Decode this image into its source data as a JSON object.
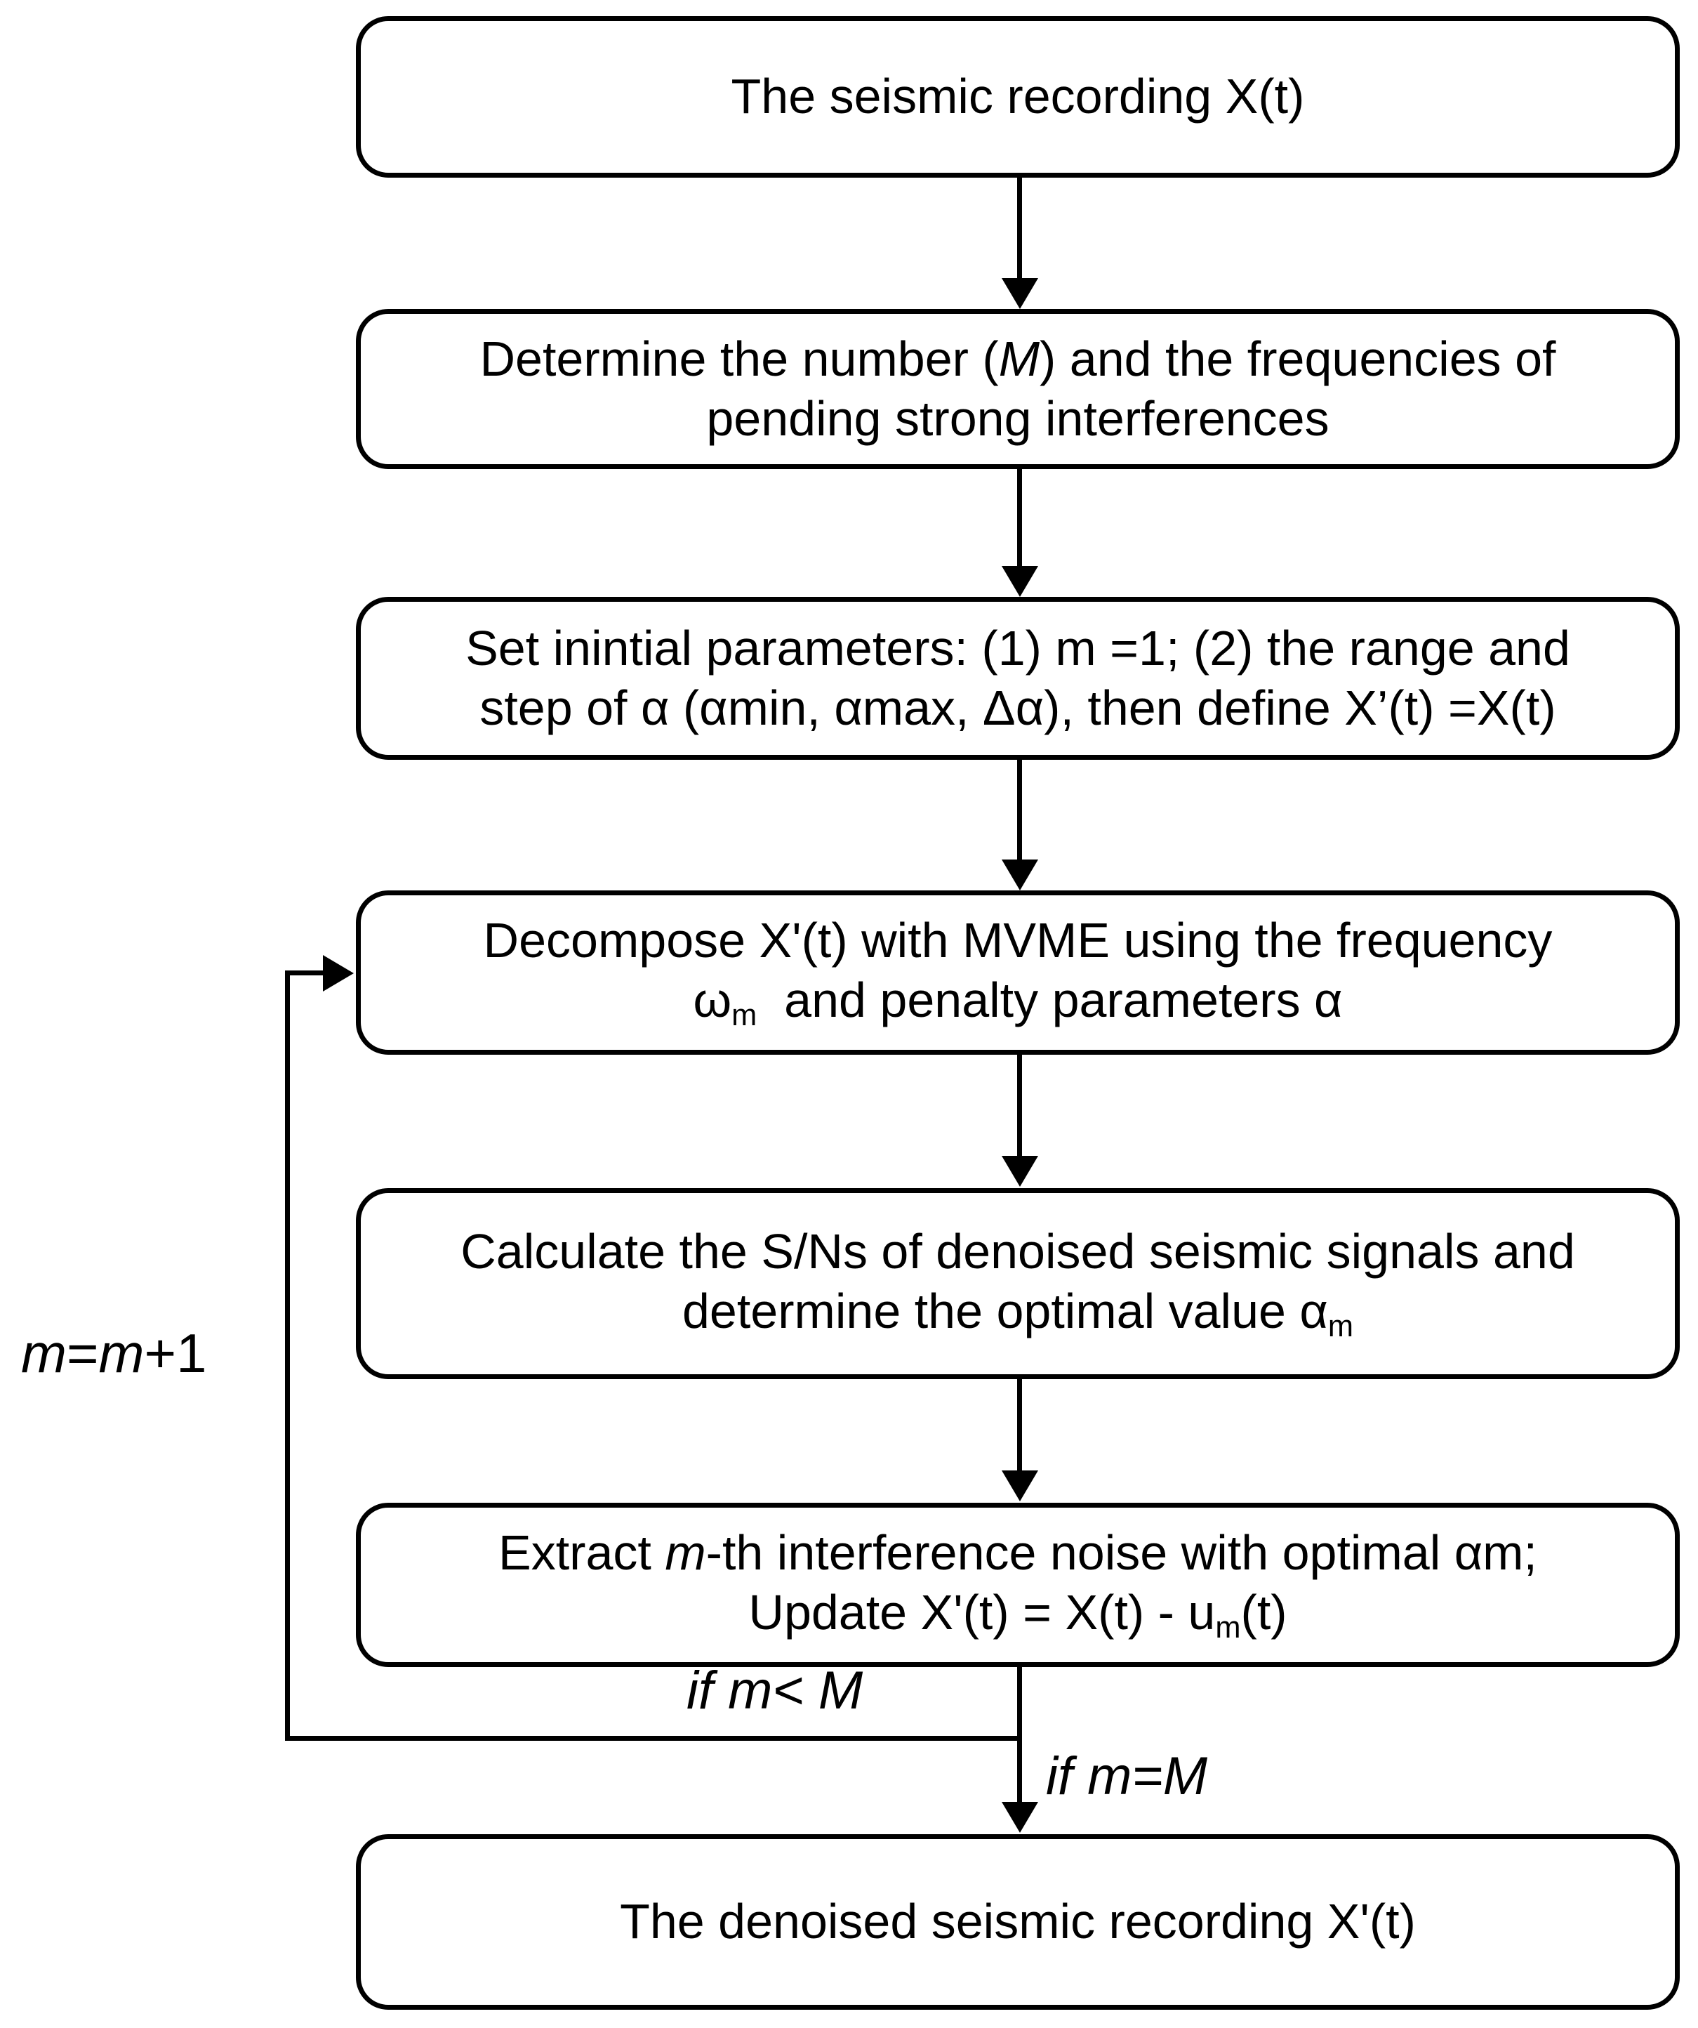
{
  "diagram": {
    "title": "MVME iterative strong-interference denoising workflow",
    "line_color": "#000000",
    "background_color": "#ffffff",
    "nodes": [
      {
        "id": "n1",
        "label": "The seismic recording X(t)"
      },
      {
        "id": "n2",
        "label": "Determine the number (M) and the frequencies of pending strong interferences"
      },
      {
        "id": "n3",
        "label": "Set inintial parameters: (1) m =1; (2) the range and step of α (αmin, αmax, Δα), then define X’(t) =X(t)"
      },
      {
        "id": "n4",
        "label": "Decompose X'(t) with MVME using the frequency ωm  and penalty parameters α"
      },
      {
        "id": "n5",
        "label": "Calculate the S/Ns of denoised seismic signals and determine the optimal value αm"
      },
      {
        "id": "n6",
        "label": "Extract m-th interference noise with optimal αm; Update X'(t) = X(t) - um(t)"
      },
      {
        "id": "n7",
        "label": "The denoised seismic recording X'(t)"
      }
    ],
    "edge_labels": {
      "loop_back": "if m< M",
      "exit": "if m=M",
      "increment": "m=m+1"
    }
  }
}
